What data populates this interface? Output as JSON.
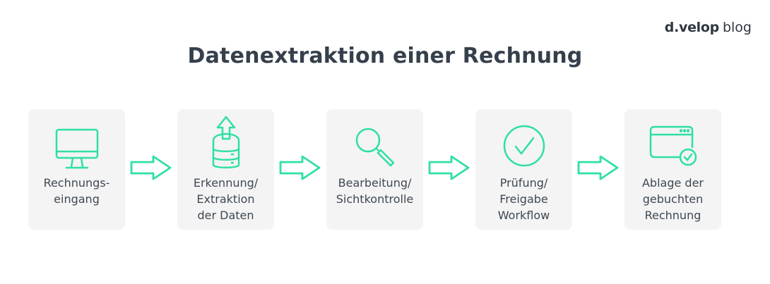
{
  "brand": {
    "name_bold": "d.velop",
    "name_rest": "blog"
  },
  "title": "Datenextraktion einer Rechnung",
  "accent_color": "#2fe0a0",
  "steps": [
    {
      "icon": "monitor-icon",
      "lines": [
        "Rechnungs-",
        "eingang"
      ]
    },
    {
      "icon": "database-upload-icon",
      "lines": [
        "Erkennung/",
        "Extraktion",
        "der Daten"
      ]
    },
    {
      "icon": "magnifier-icon",
      "lines": [
        "Bearbeitung/",
        "Sichtkontrolle"
      ]
    },
    {
      "icon": "check-circle-icon",
      "lines": [
        "Prüfung/",
        "Freigabe",
        "Workflow"
      ]
    },
    {
      "icon": "window-check-icon",
      "lines": [
        "Ablage der",
        "gebuchten",
        "Rechnung"
      ]
    }
  ]
}
